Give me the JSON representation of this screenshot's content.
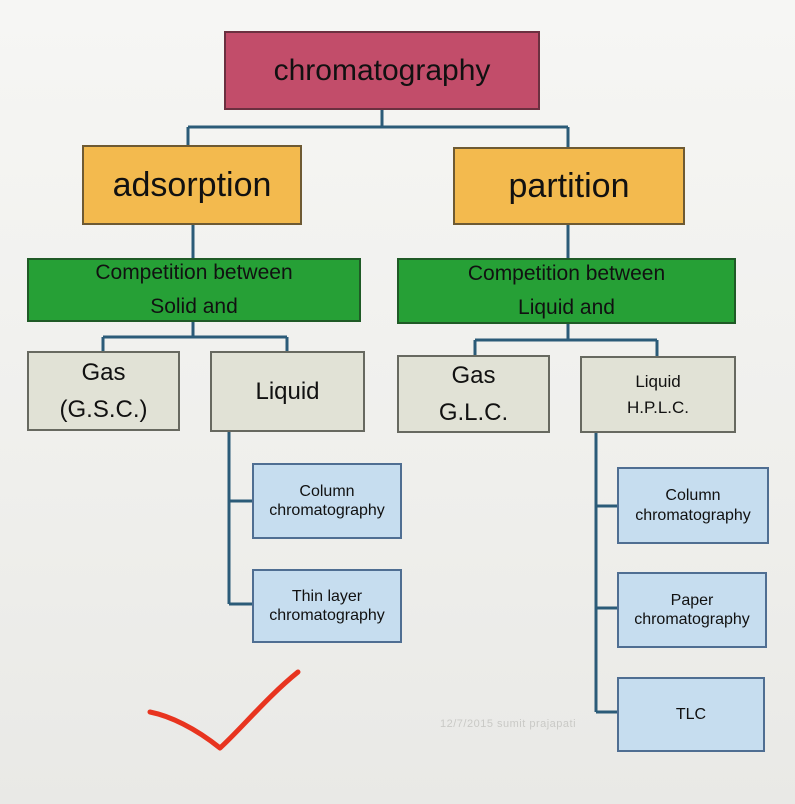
{
  "diagram": {
    "root": "chromatography",
    "adsorption": {
      "label": "adsorption",
      "competition": [
        "Competition between",
        "Solid and"
      ],
      "gas": [
        "Gas",
        "(G.S.C.)"
      ],
      "liquid": "Liquid",
      "methods": [
        [
          "Column",
          "chromatography"
        ],
        [
          "Thin layer",
          "chromatography"
        ]
      ]
    },
    "partition": {
      "label": "partition",
      "competition": [
        "Competition between",
        "Liquid and"
      ],
      "gas": [
        "Gas",
        "G.L.C."
      ],
      "liquid": [
        "Liquid",
        "H.P.L.C."
      ],
      "methods": [
        [
          "Column",
          "chromatography"
        ],
        [
          "Paper",
          "chromatography"
        ],
        [
          "TLC"
        ]
      ]
    }
  },
  "footer": "12/7/2015 sumit prajapati",
  "colors": {
    "root": "#c24d6a",
    "level1": "#f3ba4e",
    "competition": "#26a036",
    "phase": "#e1e2d6",
    "method": "#c6ddef",
    "connector": "#2b5b78",
    "tick_mark": "#e8341f"
  }
}
